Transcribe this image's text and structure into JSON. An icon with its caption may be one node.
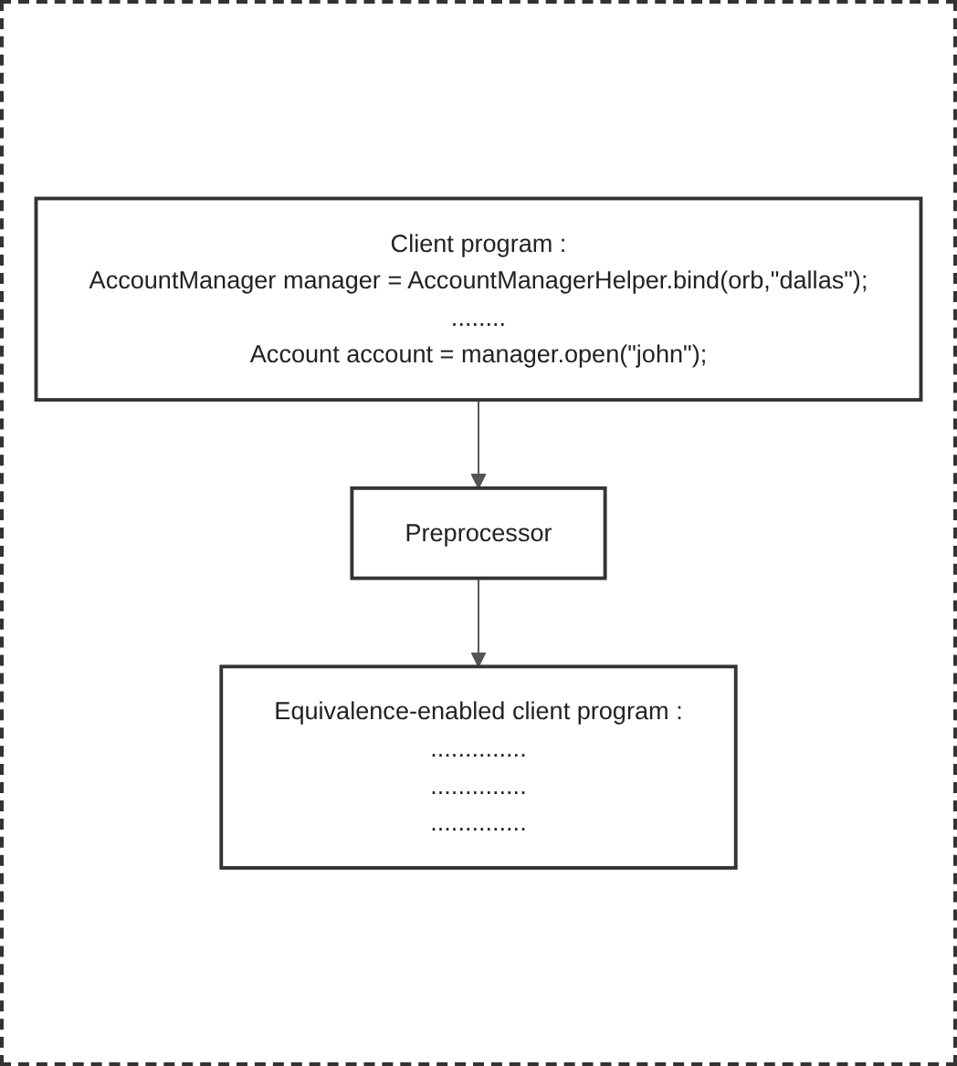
{
  "diagram": {
    "nodes": [
      {
        "text": [
          "Client program :",
          "AccountManager manager = AccountManagerHelper.bind(orb,\"dallas\");",
          "........",
          "Account account = manager.open(\"john\");"
        ]
      },
      {
        "text": [
          "Preprocessor"
        ]
      },
      {
        "text": [
          "Equivalence-enabled client program :",
          "..............",
          "..............",
          ".............."
        ]
      }
    ],
    "edges": [
      {
        "from": 0,
        "to": 1,
        "arrow": "to"
      },
      {
        "from": 1,
        "to": 2,
        "arrow": "to"
      }
    ]
  }
}
